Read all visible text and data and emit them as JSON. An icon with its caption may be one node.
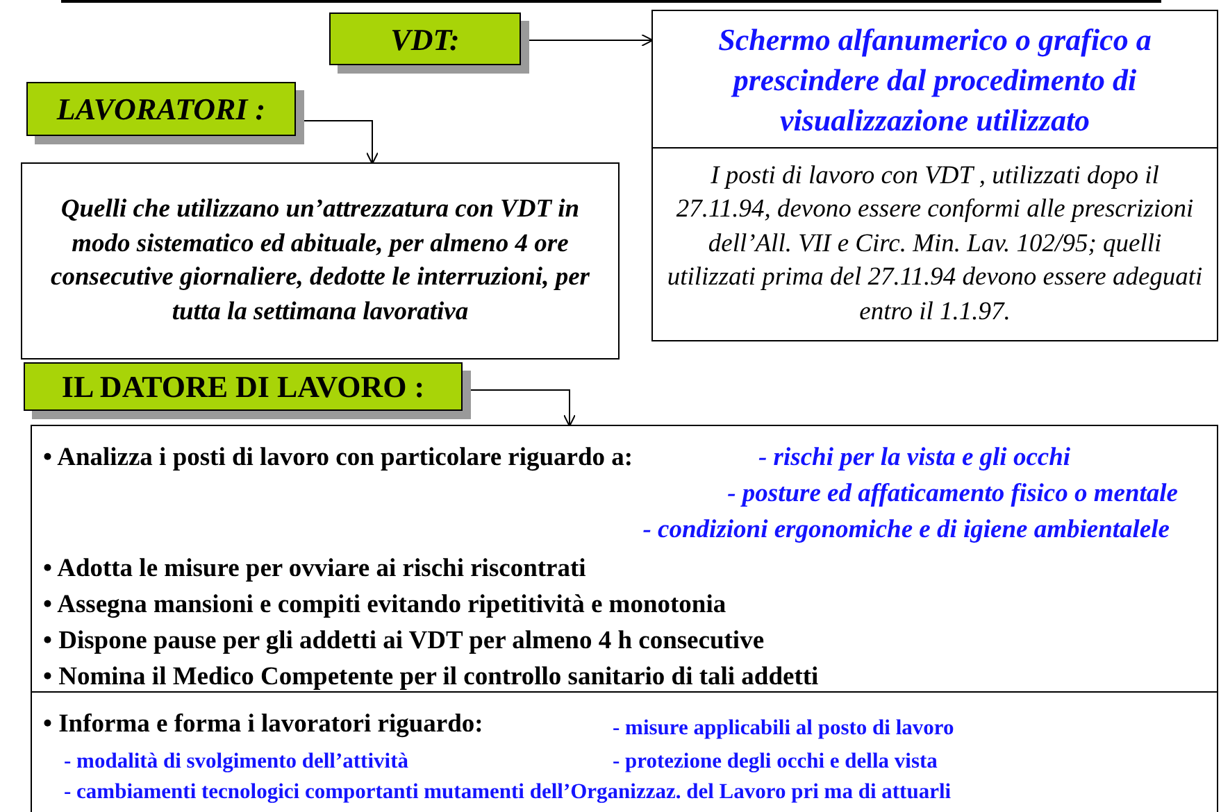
{
  "diagram": {
    "nodes": [
      {
        "text": [
          "VDT:"
        ]
      },
      {
        "text": [
          "Schermo alfanumerico o grafico a prescindere dal  procedimento di visualizzazione utilizzato"
        ]
      },
      {
        "text": [
          "I posti di lavoro con VDT , utilizzati dopo il 27.11.94, devono essere conformi alle prescrizioni dell’All. VII e Circ. Min. Lav. 102/95; quelli utilizzati prima  del 27.11.94 devono essere adeguati entro il 1.1.97."
        ]
      },
      {
        "text": [
          "LAVORATORI :"
        ]
      },
      {
        "text": [
          "Quelli che utilizzano un’attrezzatura con VDT  in modo sistematico ed abituale, per almeno 4 ore consecutive giornaliere, dedotte le interruzioni, per tutta la settimana lavorativa"
        ]
      },
      {
        "text": [
          "IL DATORE DI LAVORO :"
        ]
      },
      {
        "text": [
          "• Analizza i posti di lavoro con particolare riguardo a:",
          "- rischi  per la vista e gli occhi",
          "- posture ed affaticamento fisico o mentale",
          "- condizioni ergonomiche e di igiene ambientalele",
          "• Adotta le misure per ovviare ai rischi riscontrati",
          "• Assegna mansioni e compiti evitando ripetitività e monotonia",
          "• Dispone pause per  gli addetti ai  VDT per almeno 4 h consecutive",
          "• Nomina il Medico Competente per il controllo sanitario di tali addetti"
        ]
      },
      {
        "text": [
          "• Informa e forma i lavoratori riguardo:",
          "- misure applicabili al posto di lavoro",
          "- modalità di svolgimento dell’attività",
          "- protezione degli occhi e della vista",
          "- cambiamenti tecnologici comportanti mutamenti dell’Organizzaz. del Lavoro pri ma di attuarli"
        ]
      }
    ],
    "edges": [
      {
        "from": 0,
        "to": 1,
        "arrow": "to"
      },
      {
        "from": 3,
        "to": 4,
        "arrow": "to"
      },
      {
        "from": 5,
        "to": 6,
        "arrow": "to"
      }
    ]
  }
}
